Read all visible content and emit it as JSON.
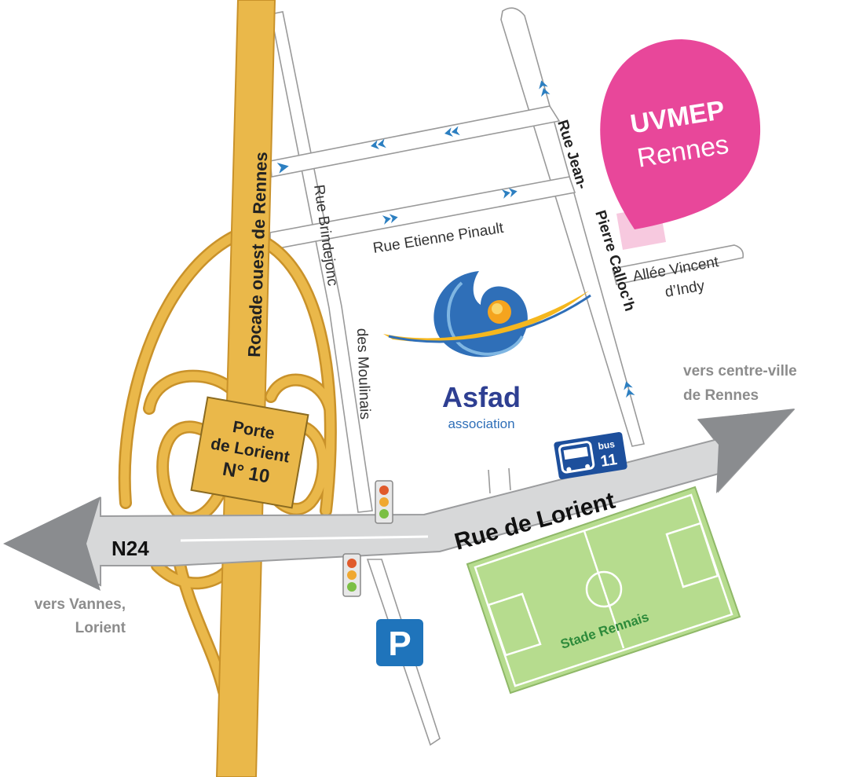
{
  "map": {
    "highway": {
      "name": "Rocade ouest  de Rennes",
      "color": "#eab84a",
      "border": "#c9922a"
    },
    "interchange": {
      "line1": "Porte",
      "line2": "de Lorient",
      "line3": "N° 10"
    },
    "main_road": {
      "name": "Rue de Lorient",
      "route_number": "N24",
      "color": "#d7d8d9",
      "border": "#9b9c9e"
    },
    "directions": {
      "west_line1": "vers Vannes,",
      "west_line2": "Lorient",
      "east_line1": "vers centre-ville",
      "east_line2": "de Rennes"
    },
    "streets": {
      "etienne_pinault": "Rue Etienne Pinault",
      "brindejonc_line1": "Rue Brindejonc",
      "brindejonc_line2": "des Moulinais",
      "jean_line1": "Rue Jean-",
      "jean_line2": "Pierre Calloc’h",
      "vincent_line1": "Allée Vincent",
      "vincent_line2": "d’Indy"
    },
    "destination": {
      "line1": "UVMEP",
      "line2": "Rennes",
      "color": "#e8479a"
    },
    "organization": {
      "name": "Asfad",
      "subtitle": "association"
    },
    "bus_stop": {
      "label": "bus",
      "number": "11",
      "color": "#1d4f9c"
    },
    "parking": {
      "label": "P",
      "color": "#1f74bb"
    },
    "stadium": {
      "name": "Stade Rennais",
      "color": "#b6dc8e",
      "label_color": "#2d8a3a"
    },
    "arrow_color": "#2c7fc1"
  }
}
